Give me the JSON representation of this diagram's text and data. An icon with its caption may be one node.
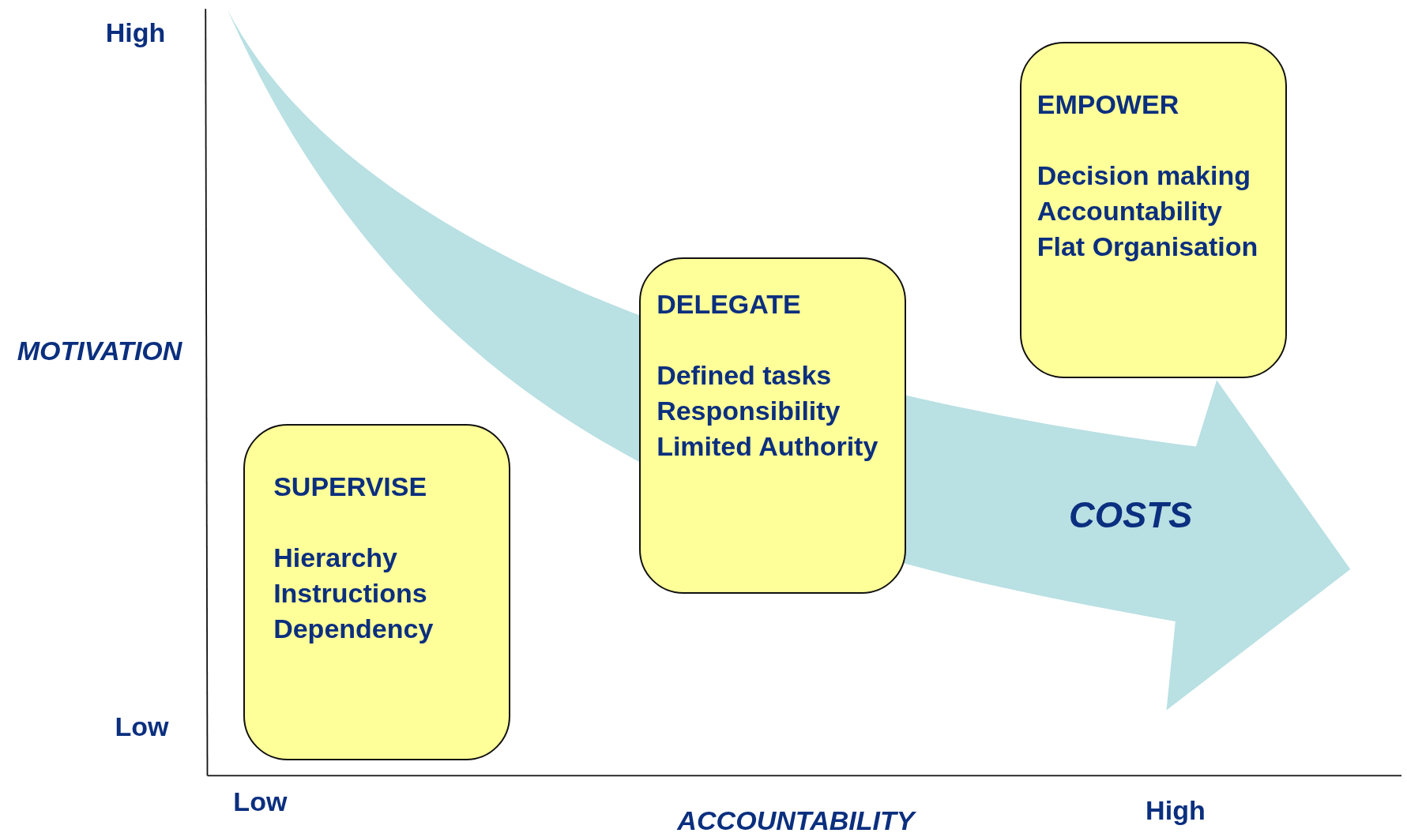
{
  "diagram": {
    "nodes": [
      {
        "text": [
          "EMPOWER",
          "Decision making",
          "Accountability",
          "Flat Organisation"
        ]
      },
      {
        "text": [
          "DELEGATE",
          "Defined tasks",
          "Responsibility",
          "Limited Authority"
        ]
      },
      {
        "text": [
          "SUPERVISE",
          "Hierarchy",
          "Instructions",
          "Dependency"
        ]
      }
    ],
    "labels": [
      "High",
      "MOTIVATION",
      "COSTS",
      "Low",
      "Low",
      "High",
      "ACCOUNTABILITY"
    ]
  }
}
